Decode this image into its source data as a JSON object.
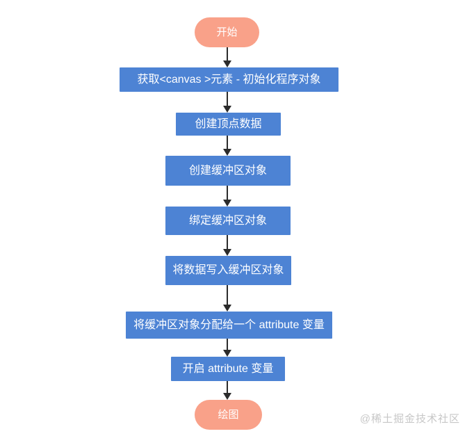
{
  "colors": {
    "process_fill": "#4d83d4",
    "terminal_fill": "#f9a189",
    "node_text": "#ffffff",
    "arrow": "#2b2b2b",
    "watermark_text": "#c7c7c7",
    "background": "#ffffff"
  },
  "flowchart": {
    "nodes": [
      {
        "id": "start",
        "type": "terminal",
        "label": "开始"
      },
      {
        "id": "get-canvas",
        "type": "process",
        "label": "获取<canvas >元素 - 初始化程序对象"
      },
      {
        "id": "create-vertex",
        "type": "process",
        "label": "创建顶点数据"
      },
      {
        "id": "create-buffer",
        "type": "process",
        "label": "创建缓冲区对象"
      },
      {
        "id": "bind-buffer",
        "type": "process",
        "label": "绑定缓冲区对象"
      },
      {
        "id": "write-buffer",
        "type": "process",
        "label": "将数据写入缓冲区对象"
      },
      {
        "id": "assign-attribute",
        "type": "process",
        "label": "将缓冲区对象分配给一个 attribute 变量"
      },
      {
        "id": "enable-attribute",
        "type": "process",
        "label": "开启 attribute 变量"
      },
      {
        "id": "draw",
        "type": "terminal",
        "label": "绘图"
      }
    ]
  },
  "watermark": {
    "text": "@稀土掘金技术社区"
  }
}
